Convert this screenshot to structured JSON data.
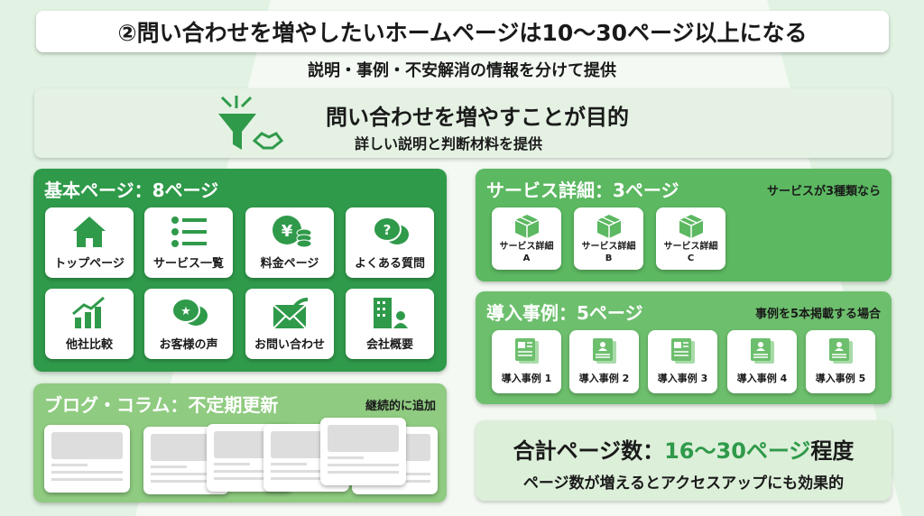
{
  "header": {
    "title": "②問い合わせを増やしたいホームページは10〜30ページ以上になる",
    "subtitle": "説明・事例・不安解消の情報を分けて提供"
  },
  "purpose": {
    "title": "問い合わせを増やすことが目的",
    "subtitle": "詳しい説明と判断材料を提供",
    "icon": "funnel-handshake-icon"
  },
  "basic": {
    "title": "基本ページ：8ページ",
    "items": [
      {
        "label": "トップページ",
        "icon": "home-icon"
      },
      {
        "label": "サービス一覧",
        "icon": "list-icon"
      },
      {
        "label": "料金ページ",
        "icon": "yen-coins-icon"
      },
      {
        "label": "よくある質問",
        "icon": "question-chat-icon"
      },
      {
        "label": "他社比較",
        "icon": "chart-icon"
      },
      {
        "label": "お客様の声",
        "icon": "star-chat-icon"
      },
      {
        "label": "お問い合わせ",
        "icon": "mail-icon"
      },
      {
        "label": "会社概要",
        "icon": "building-icon"
      }
    ]
  },
  "blog": {
    "title": "ブログ・コラム：不定期更新",
    "note": "継続的に追加"
  },
  "service": {
    "title": "サービス詳細：3ページ",
    "note": "サービスが3種類なら",
    "items": [
      {
        "label": "サービス詳細",
        "sub": "A"
      },
      {
        "label": "サービス詳細",
        "sub": "B"
      },
      {
        "label": "サービス詳細",
        "sub": "C"
      }
    ]
  },
  "cases": {
    "title": "導入事例：5ページ",
    "note": "事例を5本掲載する場合",
    "items": [
      "導入事例 1",
      "導入事例 2",
      "導入事例 3",
      "導入事例 4",
      "導入事例 5"
    ]
  },
  "total": {
    "prefix": "合計ページ数：",
    "highlight": "16〜30ページ",
    "suffix": "程度",
    "subtitle": "ページ数が増えるとアクセスアップにも効果的"
  },
  "colors": {
    "primary": "#2f9a4a",
    "service": "#5cb861",
    "cases": "#6dbf6d",
    "blog": "#8fcb80",
    "background": "#e2f3e3"
  }
}
